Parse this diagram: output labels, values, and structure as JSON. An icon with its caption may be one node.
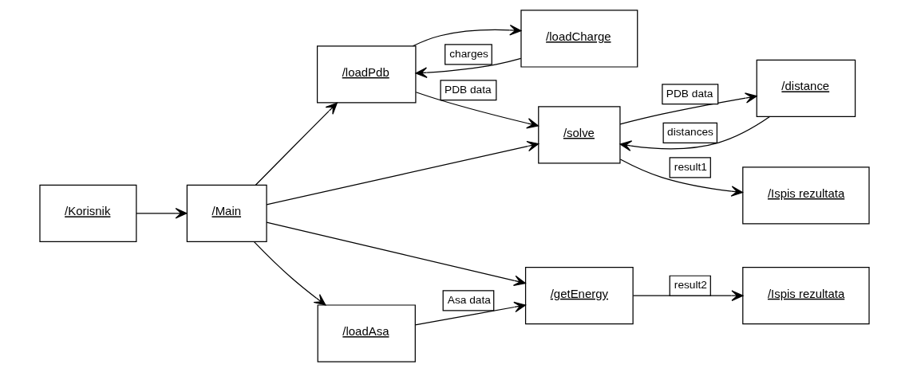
{
  "diagram": {
    "nodes": [
      {
        "text": [
          "/Korisnik"
        ]
      },
      {
        "text": [
          "/Main"
        ]
      },
      {
        "text": [
          "/loadPdb"
        ]
      },
      {
        "text": [
          "/loadCharge"
        ]
      },
      {
        "text": [
          "/solve"
        ]
      },
      {
        "text": [
          "/distance"
        ]
      },
      {
        "text": [
          "/getEnergy"
        ]
      },
      {
        "text": [
          "/loadAsa"
        ]
      },
      {
        "text": [
          "/Ispis rezultata"
        ]
      },
      {
        "text": [
          "/Ispis rezultata"
        ]
      }
    ],
    "edges": [
      {
        "from": 0,
        "to": 1,
        "arrow": "to"
      },
      {
        "from": 1,
        "to": 2,
        "arrow": "to"
      },
      {
        "from": 2,
        "to": 3,
        "arrow": "to"
      },
      {
        "from": 3,
        "to": 2,
        "arrow": "to",
        "label": "charges"
      },
      {
        "from": 2,
        "to": 4,
        "arrow": "to",
        "label": "PDB data"
      },
      {
        "from": 1,
        "to": 4,
        "arrow": "to"
      },
      {
        "from": 4,
        "to": 5,
        "arrow": "to",
        "label": "PDB data"
      },
      {
        "from": 5,
        "to": 4,
        "arrow": "to",
        "label": "distances"
      },
      {
        "from": 4,
        "to": 9,
        "arrow": "to",
        "label": "result1"
      },
      {
        "from": 1,
        "to": 6,
        "arrow": "to"
      },
      {
        "from": 1,
        "to": 7,
        "arrow": "to"
      },
      {
        "from": 7,
        "to": 6,
        "arrow": "to",
        "label": "Asa data"
      },
      {
        "from": 6,
        "to": 8,
        "arrow": "to",
        "label": "result2"
      }
    ]
  }
}
